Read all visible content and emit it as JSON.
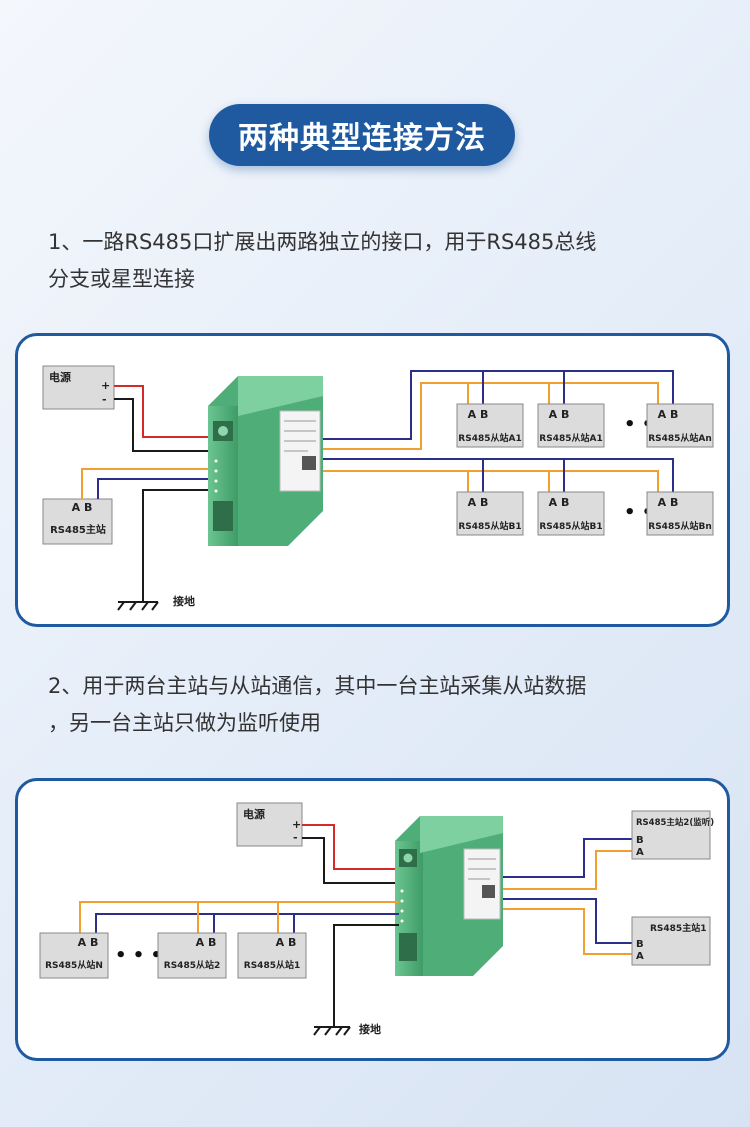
{
  "title": "两种典型连接方法",
  "method1": {
    "text_line1": "1、一路RS485口扩展出两路独立的接口，用于RS485总线",
    "text_line2": "分支或星型连接",
    "power_label": "电源",
    "plus": "+",
    "minus": "-",
    "master_ab": "A B",
    "master_label": "RS485主站",
    "ground_label": "接地",
    "slaves_a": [
      {
        "ab": "A B",
        "label": "RS485从站A1"
      },
      {
        "ab": "A B",
        "label": "RS485从站A1"
      },
      {
        "ab": "A B",
        "label": "RS485从站An"
      }
    ],
    "slaves_b": [
      {
        "ab": "A B",
        "label": "RS485从站B1"
      },
      {
        "ab": "A B",
        "label": "RS485从站B1"
      },
      {
        "ab": "A B",
        "label": "RS485从站Bn"
      }
    ]
  },
  "method2": {
    "text_line1": "2、用于两台主站与从站通信，其中一台主站采集从站数据",
    "text_line2": "，另一台主站只做为监听使用",
    "power_label": "电源",
    "plus": "+",
    "minus": "-",
    "ground_label": "接地",
    "master2_label": "RS485主站2(监听)",
    "master1_label": "RS485主站1",
    "b_label": "B",
    "a_label": "A",
    "slaves": [
      {
        "ab": "A B",
        "label": "RS485从站N"
      },
      {
        "ab": "A B",
        "label": "RS485从站2"
      },
      {
        "ab": "A B",
        "label": "RS485从站1"
      }
    ]
  },
  "dots": "• • •",
  "colors": {
    "accent": "#1f5aa0",
    "wire_red": "#d62a2a",
    "wire_orange": "#f0a030",
    "wire_navy": "#2b2f8a",
    "wire_black": "#1a1a1a",
    "module_green": "#5cb884"
  }
}
